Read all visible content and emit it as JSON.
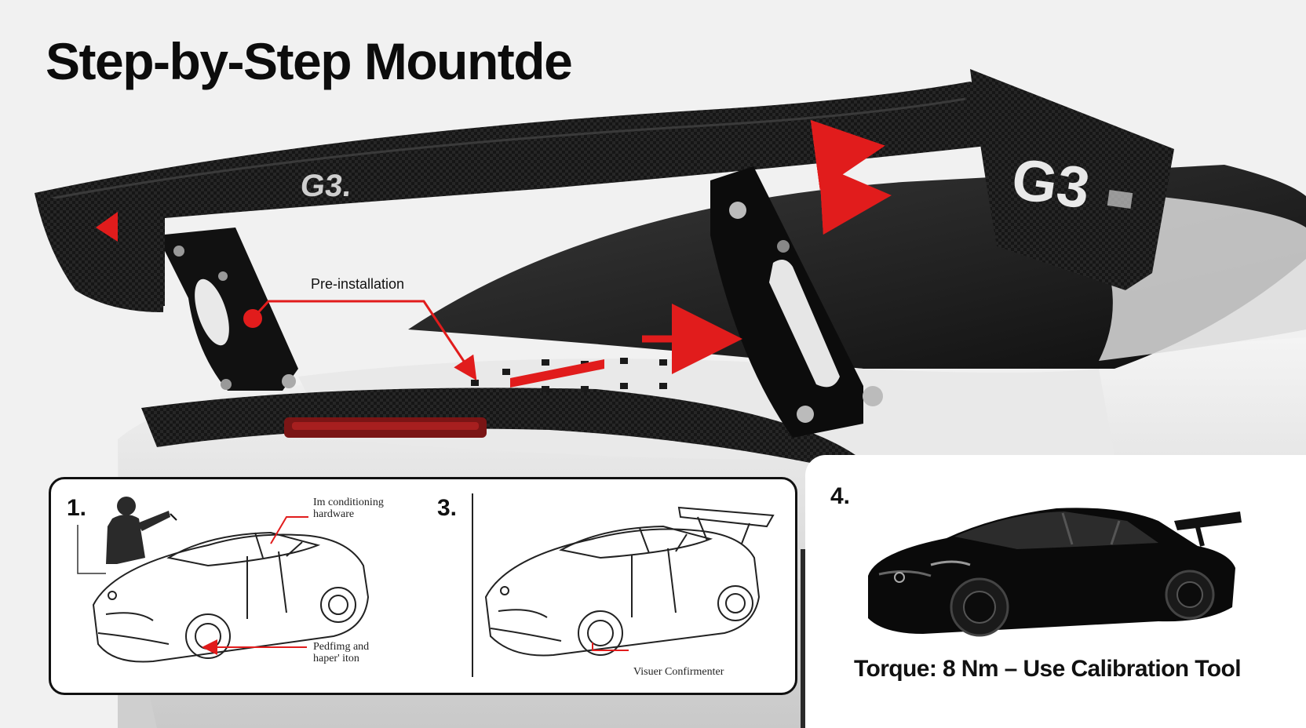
{
  "title": "Step-by-Step Mountde",
  "callout": {
    "pre_installation": "Pre-installation"
  },
  "branding": {
    "logo_text": "G3",
    "logo_text_small": "G3."
  },
  "steps": [
    {
      "number": "1.",
      "label_top_line1": "Im conditioning",
      "label_top_line2": "hardware",
      "label_bottom_line1": "Pedfimg and",
      "label_bottom_line2": "haper' iton"
    },
    {
      "number": "3.",
      "label": "Visuer Confirmenter"
    },
    {
      "number": "4.",
      "caption": "Torque: 8 Nm – Use Calibration Tool"
    }
  ],
  "colors": {
    "accent_red": "#e11c1c",
    "carbon": "#161616",
    "body_white": "#e4e4e4"
  }
}
